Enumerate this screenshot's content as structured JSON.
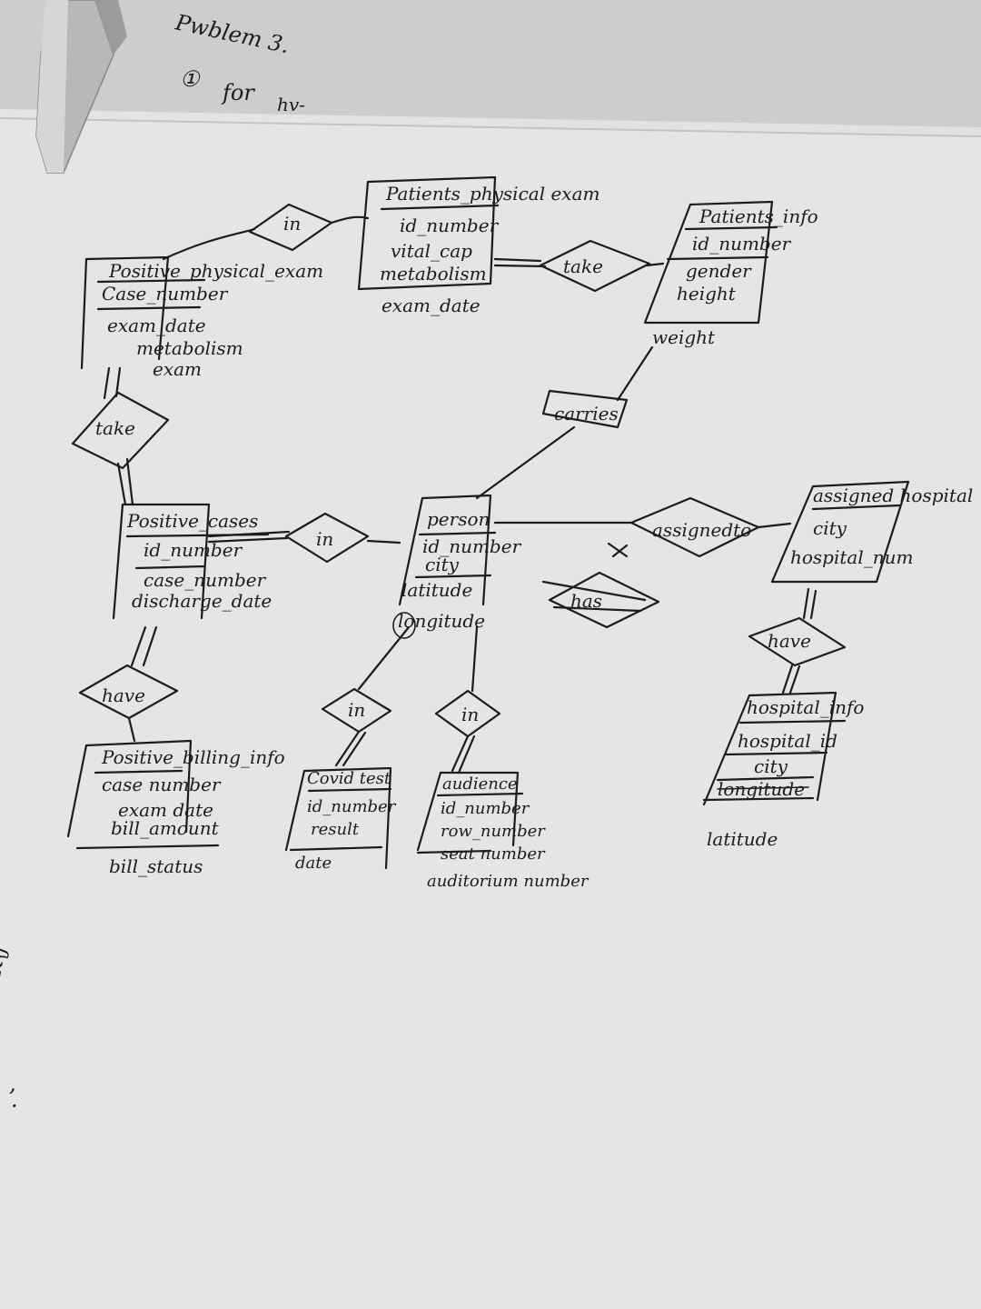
{
  "header": {
    "title": "Pwblem 3.",
    "note_marker": "①",
    "note_word1": "for",
    "note_word2": "hv-"
  },
  "entities": {
    "positive_exam": {
      "title": "Positive_physical_exam",
      "attrs": [
        "Case_number",
        "exam_date",
        "metabolism",
        "exam"
      ]
    },
    "patients_exam": {
      "title": "Patients_physical exam",
      "attrs": [
        "id_number",
        "vital_cap",
        "metabolism",
        "exam_date"
      ]
    },
    "patients_info": {
      "title": "Patients_info",
      "attrs": [
        "id_number",
        "gender",
        "height",
        "weight"
      ]
    },
    "positive_cases": {
      "title": "Positive_cases",
      "attrs": [
        "id_number",
        "case_number",
        "discharge_date"
      ]
    },
    "person": {
      "title": "person",
      "attrs": [
        "id_number",
        "city",
        "latitude",
        "longitude"
      ]
    },
    "hospital_city": {
      "title": "assigned hospital",
      "attrs": [
        "city",
        "hospital_num"
      ]
    },
    "billing": {
      "title": "Positive_billing_info",
      "attrs": [
        "case number",
        "exam date",
        "bill_amount",
        "bill_status"
      ]
    },
    "covid_test": {
      "title": "Covid test",
      "attrs": [
        "id_number",
        "result",
        "date"
      ]
    },
    "audience": {
      "title": "audience",
      "attrs": [
        "id_number",
        "row_number",
        "seat number",
        "auditorium number"
      ]
    },
    "hospital_info": {
      "title": "hospital_info",
      "attrs": [
        "hospital_id",
        "city",
        "longitude",
        "latitude"
      ]
    }
  },
  "relationships": {
    "in_top": "in",
    "take_top": "take",
    "carries": "carries",
    "take_left": "take",
    "in_mid": "in",
    "assigned_to": "assignedto",
    "have_left": "have",
    "in_covid": "in",
    "in_audience": "in",
    "have_right": "have"
  },
  "struck": {
    "near_person": "has"
  },
  "margin_marks": {
    "mark1": "K\\j",
    "mark2": ",",
    "mark3": "·"
  },
  "colors": {
    "ink": "#1c1c1c",
    "paper": "#e2e2e2"
  },
  "icons": {
    "scissors": "scissors-blade-icon"
  }
}
